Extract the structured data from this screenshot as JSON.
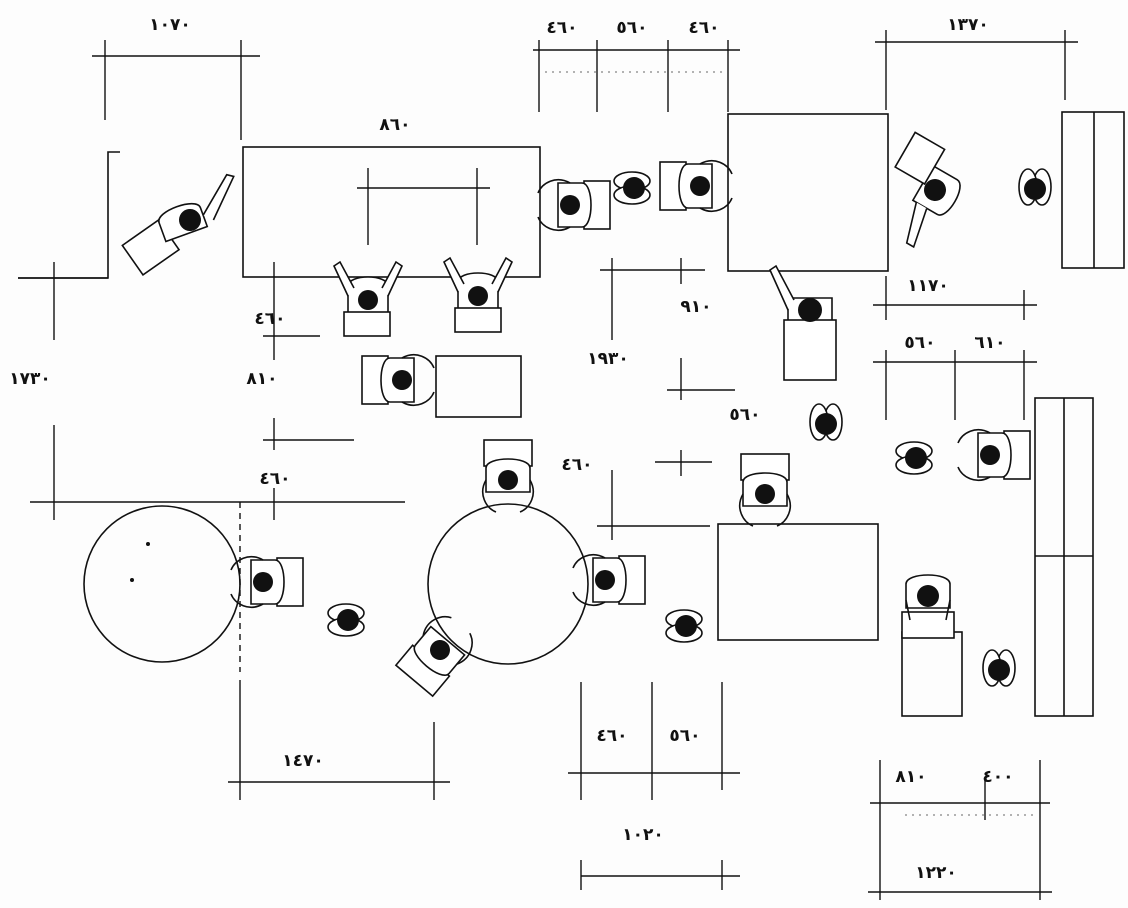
{
  "diagram": {
    "dimensions": {
      "d_1070": "١٠٧٠",
      "d_860": "٨٦٠",
      "d_460_top1": "٤٦٠",
      "d_560_top": "٥٦٠",
      "d_460_top2": "٤٦٠",
      "d_1370": "١٣٧٠",
      "d_1170": "١١٧٠",
      "d_560_right": "٥٦٠",
      "d_610": "٦١٠",
      "d_910": "٩١٠",
      "d_1930": "١٩٣٠",
      "d_560_mid": "٥٦٠",
      "d_460_left": "٤٦٠",
      "d_810_left": "٨١٠",
      "d_1730": "١٧٣٠",
      "d_460_lower": "٤٦٠",
      "d_460_center": "٤٦٠",
      "d_1470": "١٤٧٠",
      "d_460_bottom": "٤٦٠",
      "d_560_bottom": "٥٦٠",
      "d_1020": "١٠٢٠",
      "d_810_bottom": "٨١٠",
      "d_400": "٤٠٠",
      "d_1220": "١٢٢٠"
    }
  }
}
